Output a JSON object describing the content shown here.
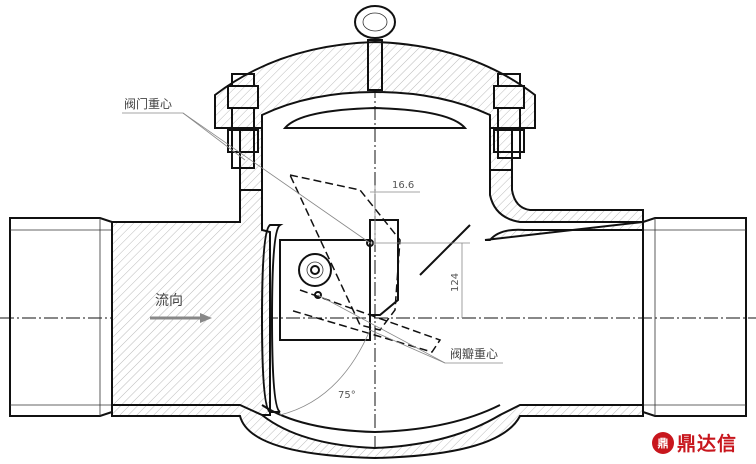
{
  "drawing": {
    "labels": {
      "valve_cog": "阀门重心",
      "disc_cog": "阀瓣重心",
      "flow_direction": "流向"
    },
    "dimensions": {
      "horizontal_offset": "16.6",
      "vertical_offset": "124",
      "angle": "75°"
    }
  },
  "logo": {
    "mark": "鼎",
    "text": "鼎达信"
  }
}
